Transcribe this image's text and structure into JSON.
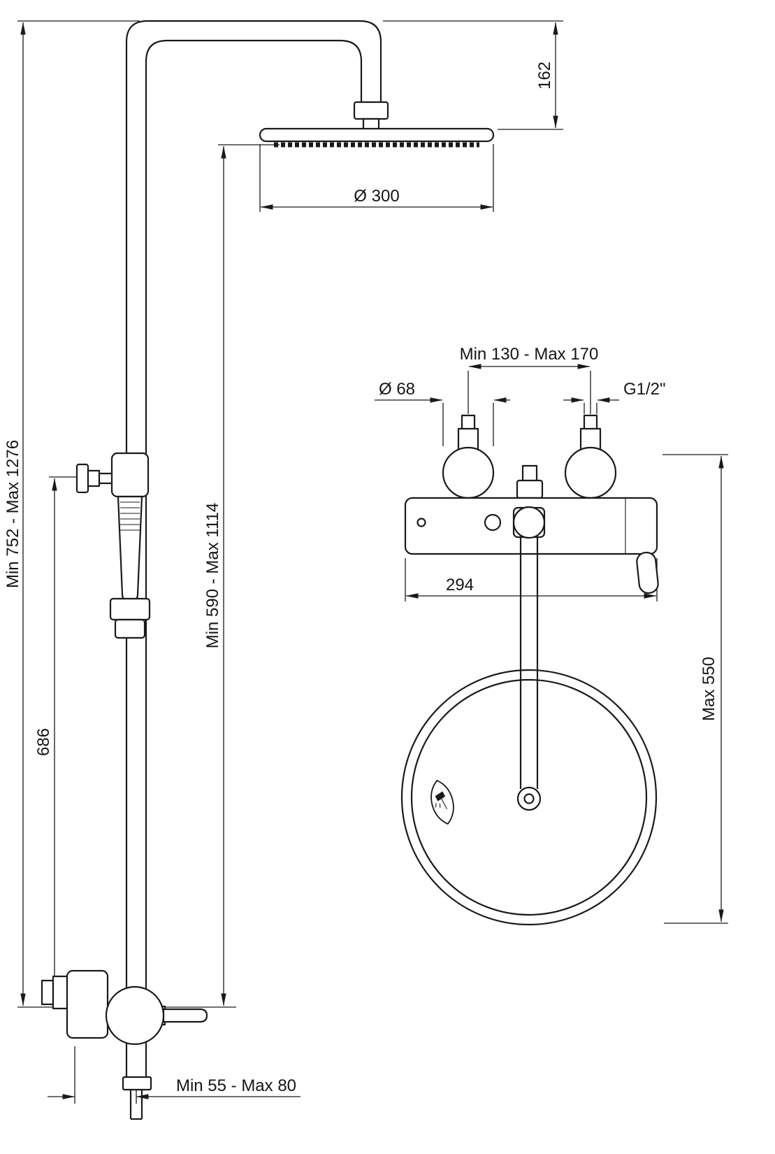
{
  "page": {
    "background": "#ffffff",
    "line_color": "#1a1a1a"
  },
  "drawing": {
    "side_view": {
      "overall_height": "Min 752 - Max 1276",
      "head_drop": "162",
      "head_diameter": "Ø 300",
      "riser_height": "Min 590 - Max 1114",
      "holder_height": "686",
      "wall_offset": "Min 55 - Max 80"
    },
    "front_view": {
      "inlet_spacing": "Min 130 - Max 170",
      "handle_diameter": "Ø 68",
      "thread": "G1/2\"",
      "body_width": "294",
      "hose_length": "Max 550"
    },
    "icons": {
      "hose_end_label": "handshower-icon"
    }
  }
}
